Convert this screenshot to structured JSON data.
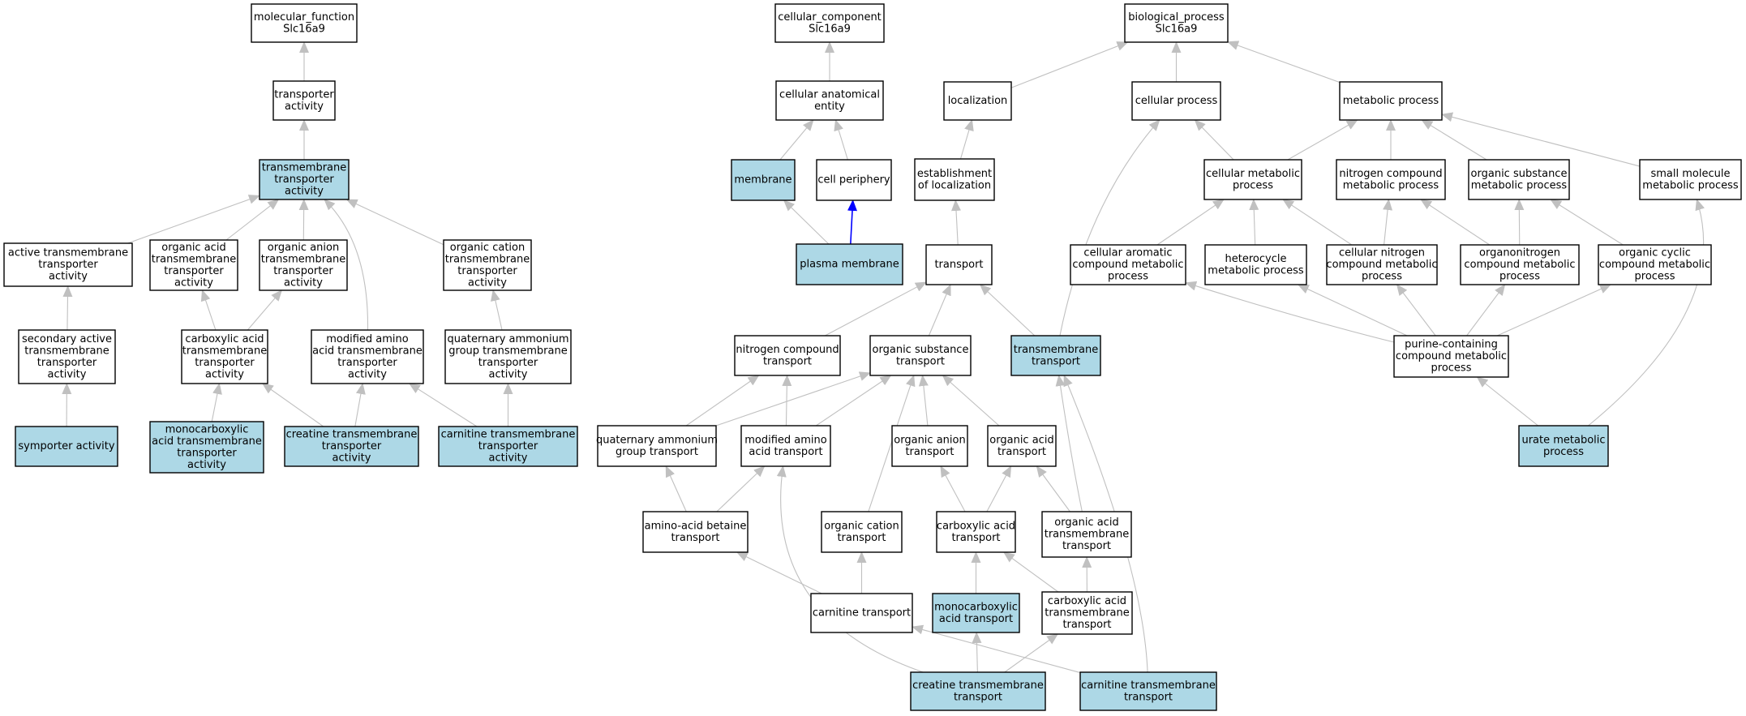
{
  "colors": {
    "highlight": "#add8e6",
    "plain": "#ffffff",
    "edge": "#c0c0c0",
    "special_edge": "#0000ff",
    "border": "#000000"
  },
  "nodes": [
    {
      "id": "mf",
      "lines": [
        "molecular_function",
        "Slc16a9"
      ],
      "hl": false
    },
    {
      "id": "ta",
      "lines": [
        "transporter",
        "activity"
      ],
      "hl": false
    },
    {
      "id": "tta",
      "lines": [
        "transmembrane",
        "transporter",
        "activity"
      ],
      "hl": true
    },
    {
      "id": "atta",
      "lines": [
        "active transmembrane",
        "transporter",
        "activity"
      ],
      "hl": false
    },
    {
      "id": "oatta",
      "lines": [
        "organic acid",
        "transmembrane",
        "transporter",
        "activity"
      ],
      "hl": false
    },
    {
      "id": "oantta",
      "lines": [
        "organic anion",
        "transmembrane",
        "transporter",
        "activity"
      ],
      "hl": false
    },
    {
      "id": "octta",
      "lines": [
        "organic cation",
        "transmembrane",
        "transporter",
        "activity"
      ],
      "hl": false
    },
    {
      "id": "satta",
      "lines": [
        "secondary active",
        "transmembrane",
        "transporter",
        "activity"
      ],
      "hl": false
    },
    {
      "id": "catta",
      "lines": [
        "carboxylic acid",
        "transmembrane",
        "transporter",
        "activity"
      ],
      "hl": false
    },
    {
      "id": "maatta",
      "lines": [
        "modified amino",
        "acid transmembrane",
        "transporter",
        "activity"
      ],
      "hl": false
    },
    {
      "id": "qagtta",
      "lines": [
        "quaternary ammonium",
        "group transmembrane",
        "transporter",
        "activity"
      ],
      "hl": false
    },
    {
      "id": "sa",
      "lines": [
        "symporter activity"
      ],
      "hl": true
    },
    {
      "id": "mcatta",
      "lines": [
        "monocarboxylic",
        "acid transmembrane",
        "transporter",
        "activity"
      ],
      "hl": true
    },
    {
      "id": "crtta",
      "lines": [
        "creatine transmembrane",
        "transporter",
        "activity"
      ],
      "hl": true
    },
    {
      "id": "cntta",
      "lines": [
        "carnitine transmembrane",
        "transporter",
        "activity"
      ],
      "hl": true
    },
    {
      "id": "cc",
      "lines": [
        "cellular_component",
        "Slc16a9"
      ],
      "hl": false
    },
    {
      "id": "cae",
      "lines": [
        "cellular anatomical",
        "entity"
      ],
      "hl": false
    },
    {
      "id": "mem",
      "lines": [
        "membrane"
      ],
      "hl": true
    },
    {
      "id": "cp",
      "lines": [
        "cell periphery"
      ],
      "hl": false
    },
    {
      "id": "pm",
      "lines": [
        "plasma membrane"
      ],
      "hl": true
    },
    {
      "id": "bp",
      "lines": [
        "biological_process",
        "Slc16a9"
      ],
      "hl": false
    },
    {
      "id": "loc",
      "lines": [
        "localization"
      ],
      "hl": false
    },
    {
      "id": "cellp",
      "lines": [
        "cellular process"
      ],
      "hl": false
    },
    {
      "id": "metp",
      "lines": [
        "metabolic process"
      ],
      "hl": false
    },
    {
      "id": "eol",
      "lines": [
        "establishment",
        "of localization"
      ],
      "hl": false
    },
    {
      "id": "cmp",
      "lines": [
        "cellular metabolic",
        "process"
      ],
      "hl": false
    },
    {
      "id": "ncmp",
      "lines": [
        "nitrogen compound",
        "metabolic process"
      ],
      "hl": false
    },
    {
      "id": "osmp",
      "lines": [
        "organic substance",
        "metabolic process"
      ],
      "hl": false
    },
    {
      "id": "smmp",
      "lines": [
        "small molecule",
        "metabolic process"
      ],
      "hl": false
    },
    {
      "id": "tr",
      "lines": [
        "transport"
      ],
      "hl": false
    },
    {
      "id": "cacmp",
      "lines": [
        "cellular aromatic",
        "compound metabolic",
        "process"
      ],
      "hl": false
    },
    {
      "id": "hmp",
      "lines": [
        "heterocycle",
        "metabolic process"
      ],
      "hl": false
    },
    {
      "id": "cncmp",
      "lines": [
        "cellular nitrogen",
        "compound metabolic",
        "process"
      ],
      "hl": false
    },
    {
      "id": "oncmp",
      "lines": [
        "organonitrogen",
        "compound metabolic",
        "process"
      ],
      "hl": false
    },
    {
      "id": "occmp",
      "lines": [
        "organic cyclic",
        "compound metabolic",
        "process"
      ],
      "hl": false
    },
    {
      "id": "nct",
      "lines": [
        "nitrogen compound",
        "transport"
      ],
      "hl": false
    },
    {
      "id": "ost",
      "lines": [
        "organic substance",
        "transport"
      ],
      "hl": false
    },
    {
      "id": "tmt",
      "lines": [
        "transmembrane",
        "transport"
      ],
      "hl": true
    },
    {
      "id": "pccmp",
      "lines": [
        "purine-containing",
        "compound metabolic",
        "process"
      ],
      "hl": false
    },
    {
      "id": "qagt",
      "lines": [
        "quaternary ammonium",
        "group transport"
      ],
      "hl": false
    },
    {
      "id": "maat",
      "lines": [
        "modified amino",
        "acid transport"
      ],
      "hl": false
    },
    {
      "id": "oant",
      "lines": [
        "organic anion",
        "transport"
      ],
      "hl": false
    },
    {
      "id": "oat",
      "lines": [
        "organic acid",
        "transport"
      ],
      "hl": false
    },
    {
      "id": "ump",
      "lines": [
        "urate metabolic",
        "process"
      ],
      "hl": true
    },
    {
      "id": "aabt",
      "lines": [
        "amino-acid betaine",
        "transport"
      ],
      "hl": false
    },
    {
      "id": "oct",
      "lines": [
        "organic cation",
        "transport"
      ],
      "hl": false
    },
    {
      "id": "cat",
      "lines": [
        "carboxylic acid",
        "transport"
      ],
      "hl": false
    },
    {
      "id": "oatt",
      "lines": [
        "organic acid",
        "transmembrane",
        "transport"
      ],
      "hl": false
    },
    {
      "id": "cnt",
      "lines": [
        "carnitine transport"
      ],
      "hl": false
    },
    {
      "id": "mcat",
      "lines": [
        "monocarboxylic",
        "acid transport"
      ],
      "hl": true
    },
    {
      "id": "catt",
      "lines": [
        "carboxylic acid",
        "transmembrane",
        "transport"
      ],
      "hl": false
    },
    {
      "id": "crtt",
      "lines": [
        "creatine transmembrane",
        "transport"
      ],
      "hl": true
    },
    {
      "id": "cntt",
      "lines": [
        "carnitine transmembrane",
        "transport"
      ],
      "hl": true
    }
  ],
  "edges": [
    [
      "ta",
      "mf"
    ],
    [
      "tta",
      "ta"
    ],
    [
      "atta",
      "tta"
    ],
    [
      "oatta",
      "tta"
    ],
    [
      "oantta",
      "tta"
    ],
    [
      "octta",
      "tta"
    ],
    [
      "maatta",
      "tta"
    ],
    [
      "satta",
      "atta"
    ],
    [
      "catta",
      "oatta"
    ],
    [
      "catta",
      "oantta"
    ],
    [
      "qagtta",
      "octta"
    ],
    [
      "sa",
      "satta"
    ],
    [
      "mcatta",
      "catta"
    ],
    [
      "crtta",
      "catta"
    ],
    [
      "crtta",
      "maatta"
    ],
    [
      "cntta",
      "maatta"
    ],
    [
      "cntta",
      "qagtta"
    ],
    [
      "cae",
      "cc"
    ],
    [
      "mem",
      "cae"
    ],
    [
      "cp",
      "cae"
    ],
    [
      "pm",
      "mem"
    ],
    [
      "pm",
      "cp",
      "special"
    ],
    [
      "loc",
      "bp"
    ],
    [
      "cellp",
      "bp"
    ],
    [
      "metp",
      "bp"
    ],
    [
      "eol",
      "loc"
    ],
    [
      "tr",
      "eol"
    ],
    [
      "cmp",
      "cellp"
    ],
    [
      "cmp",
      "metp"
    ],
    [
      "ncmp",
      "metp"
    ],
    [
      "osmp",
      "metp"
    ],
    [
      "smmp",
      "metp"
    ],
    [
      "cacmp",
      "cmp"
    ],
    [
      "hmp",
      "cmp"
    ],
    [
      "cncmp",
      "cmp"
    ],
    [
      "cncmp",
      "ncmp"
    ],
    [
      "oncmp",
      "ncmp"
    ],
    [
      "oncmp",
      "osmp"
    ],
    [
      "occmp",
      "osmp"
    ],
    [
      "nct",
      "tr"
    ],
    [
      "ost",
      "tr"
    ],
    [
      "tmt",
      "tr"
    ],
    [
      "tmt",
      "cellp"
    ],
    [
      "pccmp",
      "cacmp"
    ],
    [
      "pccmp",
      "hmp"
    ],
    [
      "pccmp",
      "cncmp"
    ],
    [
      "pccmp",
      "oncmp"
    ],
    [
      "pccmp",
      "occmp"
    ],
    [
      "ump",
      "pccmp"
    ],
    [
      "ump",
      "smmp"
    ],
    [
      "qagt",
      "nct"
    ],
    [
      "qagt",
      "ost"
    ],
    [
      "maat",
      "nct"
    ],
    [
      "maat",
      "ost"
    ],
    [
      "oant",
      "ost"
    ],
    [
      "oat",
      "ost"
    ],
    [
      "oct",
      "ost"
    ],
    [
      "aabt",
      "qagt"
    ],
    [
      "aabt",
      "maat"
    ],
    [
      "cat",
      "oant"
    ],
    [
      "cat",
      "oat"
    ],
    [
      "oatt",
      "oat"
    ],
    [
      "oatt",
      "tmt"
    ],
    [
      "cnt",
      "aabt"
    ],
    [
      "cnt",
      "oct"
    ],
    [
      "mcat",
      "cat"
    ],
    [
      "catt",
      "cat"
    ],
    [
      "catt",
      "oatt"
    ],
    [
      "crtt",
      "maat"
    ],
    [
      "crtt",
      "mcat"
    ],
    [
      "crtt",
      "catt"
    ],
    [
      "cntt",
      "cnt"
    ],
    [
      "cntt",
      "tmt"
    ]
  ]
}
